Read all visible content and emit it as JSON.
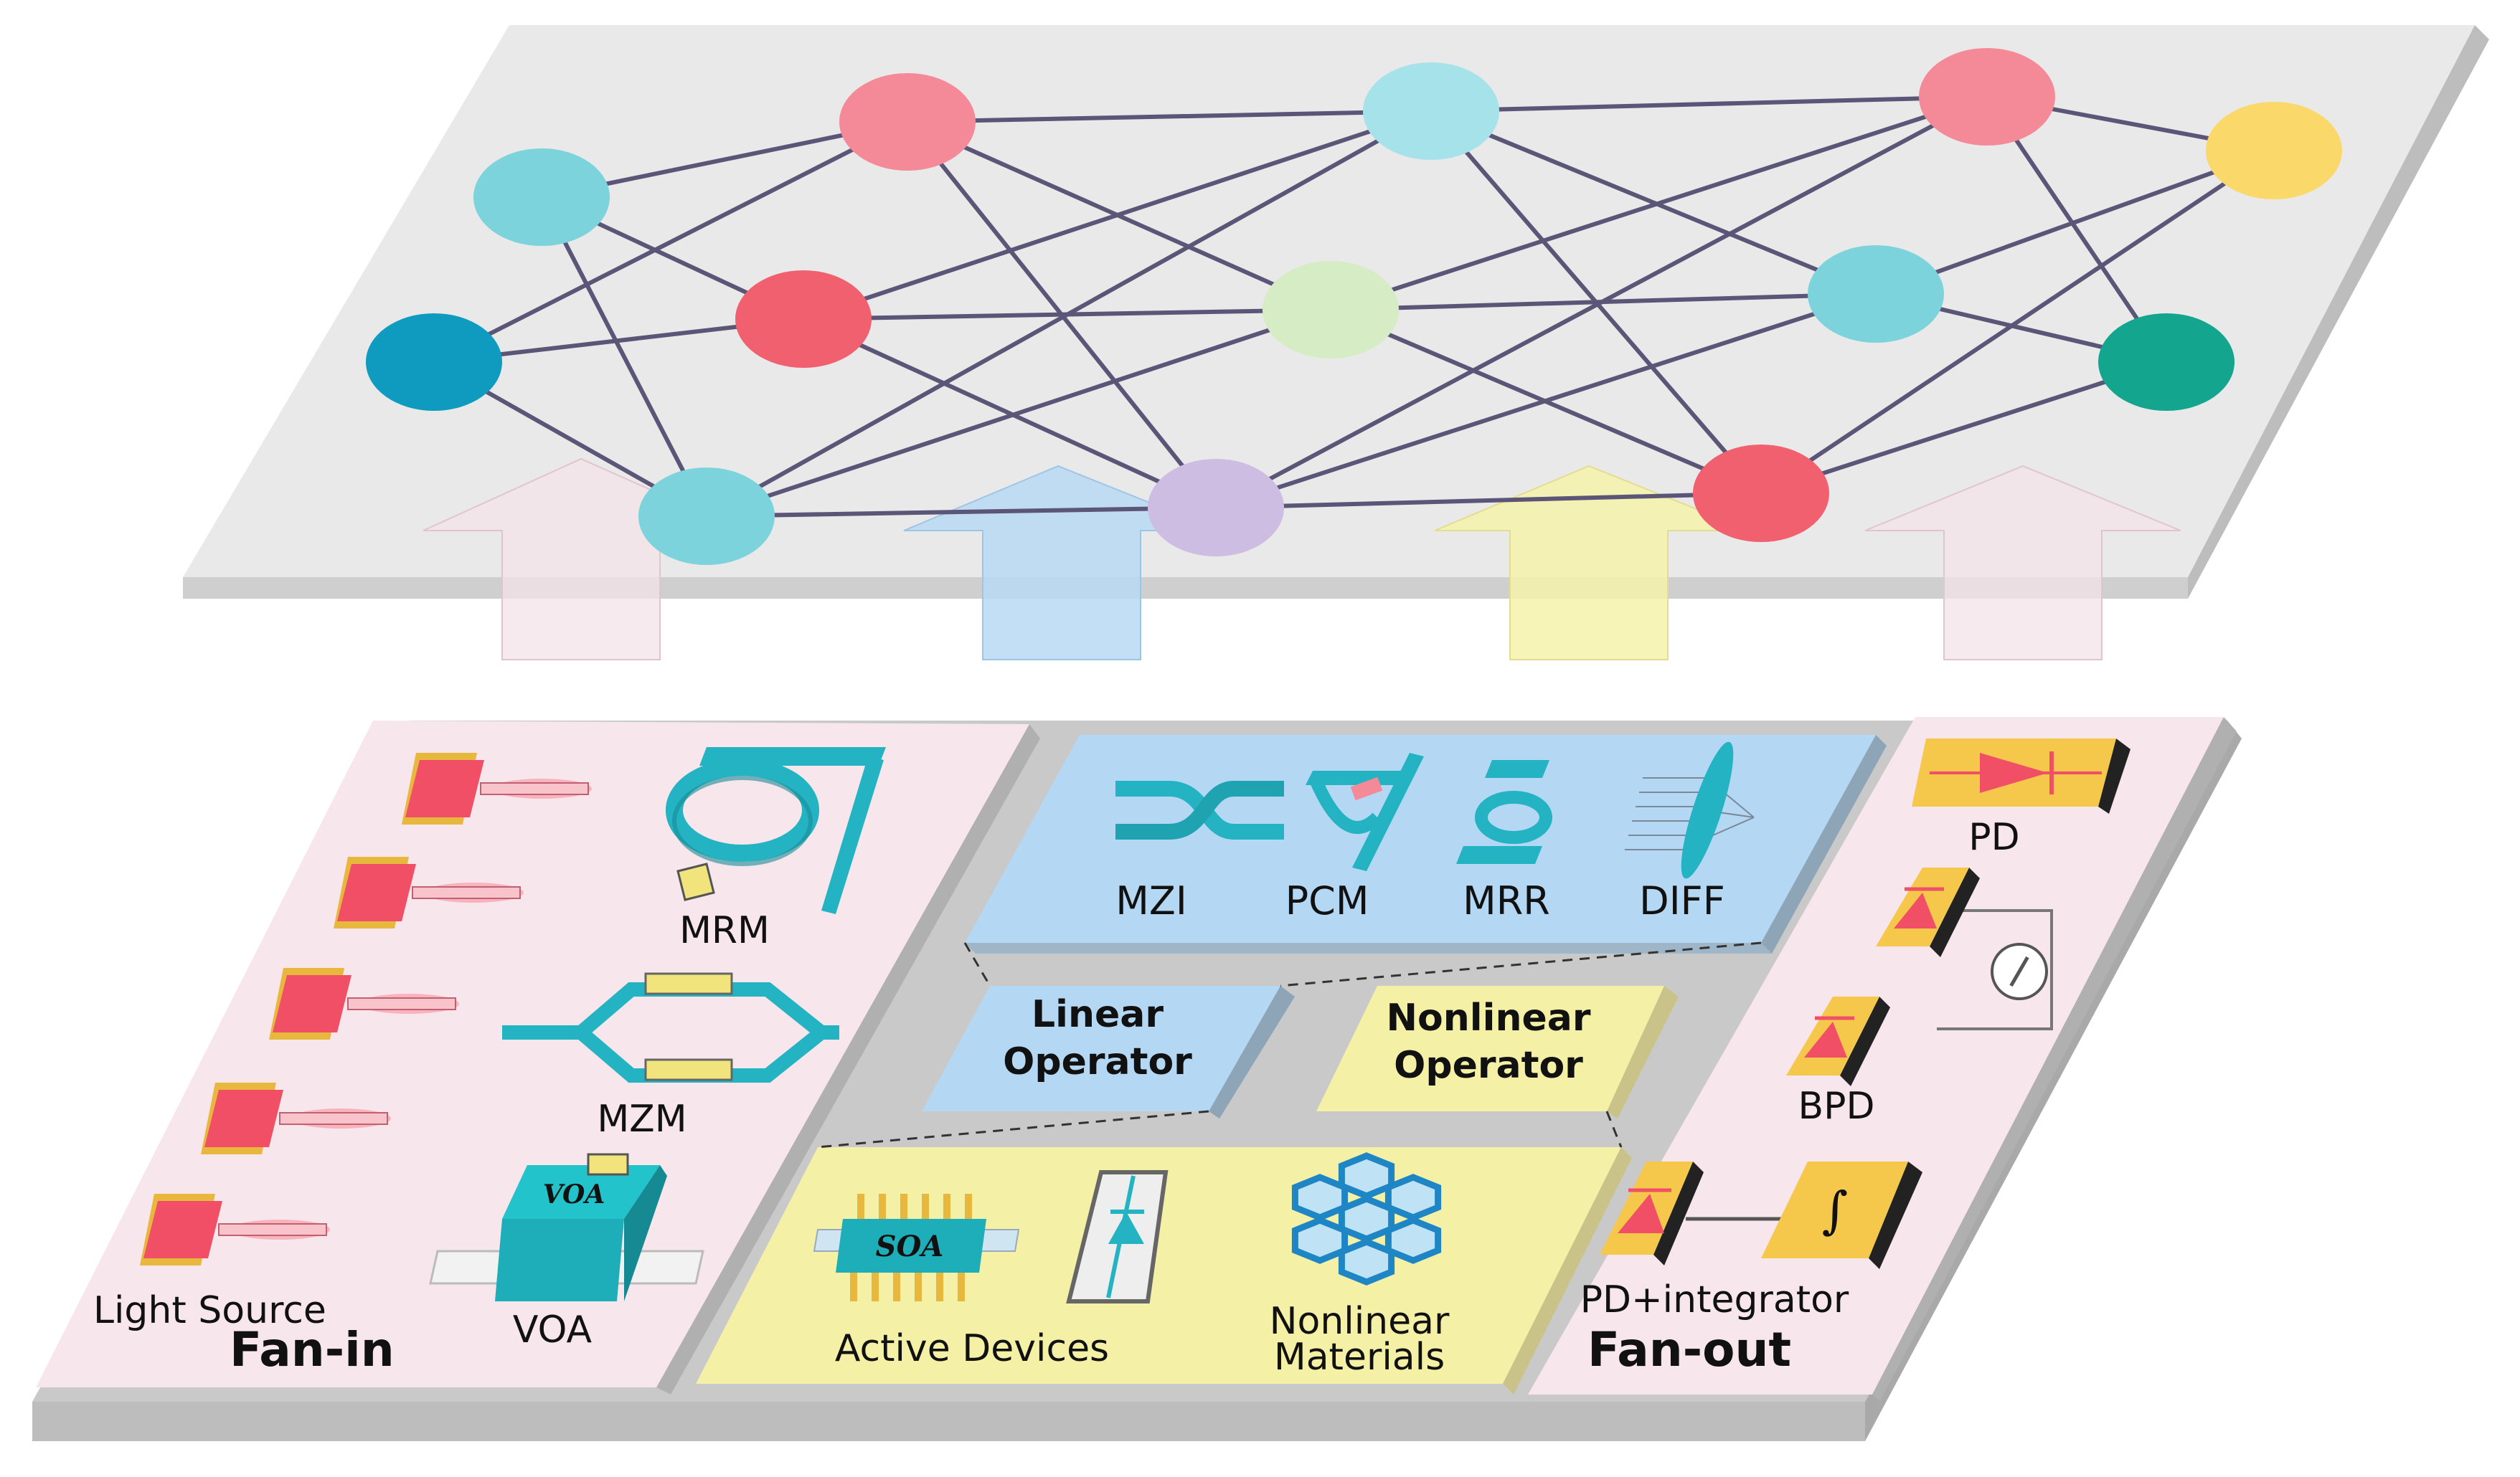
{
  "colors": {
    "edge": "#5b5677",
    "plane_top": "#e9e9e9",
    "plane_side": "#cfcfcf",
    "fanin_bg": "#f7e7ec",
    "fanout_bg": "#f7e7ec",
    "linear_bg": "#b4d7f3",
    "nonlinear_bg": "#f4f0a6",
    "base_gray": "#c9c9c9",
    "teal": "#28b8c4",
    "red": "#f04f66",
    "gold": "#e8b83e"
  },
  "network_nodes": [
    {
      "id": "n1",
      "color": "#7dd3dc"
    },
    {
      "id": "n2",
      "color": "#0e9bbf"
    },
    {
      "id": "n3",
      "color": "#f48a97"
    },
    {
      "id": "n4",
      "color": "#f0606f"
    },
    {
      "id": "n5",
      "color": "#7dd3dc"
    },
    {
      "id": "n6",
      "color": "#a6e2ea"
    },
    {
      "id": "n7",
      "color": "#d6ecc4"
    },
    {
      "id": "n8",
      "color": "#cdbde2"
    },
    {
      "id": "n9",
      "color": "#f48a97"
    },
    {
      "id": "n10",
      "color": "#7dd3dc"
    },
    {
      "id": "n11",
      "color": "#f0606f"
    },
    {
      "id": "n12",
      "color": "#fbd86a"
    },
    {
      "id": "n13",
      "color": "#14a58f"
    }
  ],
  "arrows": [
    {
      "id": "fanin-arrow",
      "color": "#f3e3ea"
    },
    {
      "id": "linear-arrow",
      "color": "#b8d9f5"
    },
    {
      "id": "nonlinear-arrow",
      "color": "#f6f2ab"
    },
    {
      "id": "fanout-arrow",
      "color": "#f3e3ea"
    }
  ],
  "fanin": {
    "title": "Fan-in",
    "light_source": "Light Source",
    "mrm": "MRM",
    "mzm": "MZM",
    "voa": "VOA",
    "voa_chip": "VOA"
  },
  "linear_devices": {
    "mzi": "MZI",
    "pcm": "PCM",
    "mrr": "MRR",
    "diff": "DIFF"
  },
  "operators": {
    "linear_line1": "Linear",
    "linear_line2": "Operator",
    "nonlinear_line1": "Nonlinear",
    "nonlinear_line2": "Operator"
  },
  "nonlinear_devices": {
    "soa_chip": "SOA",
    "active_devices": "Active Devices",
    "materials_line1": "Nonlinear",
    "materials_line2": "Materials"
  },
  "fanout": {
    "title": "Fan-out",
    "pd": "PD",
    "bpd": "BPD",
    "pd_integrator": "PD+integrator",
    "integral_symbol": "∫"
  }
}
